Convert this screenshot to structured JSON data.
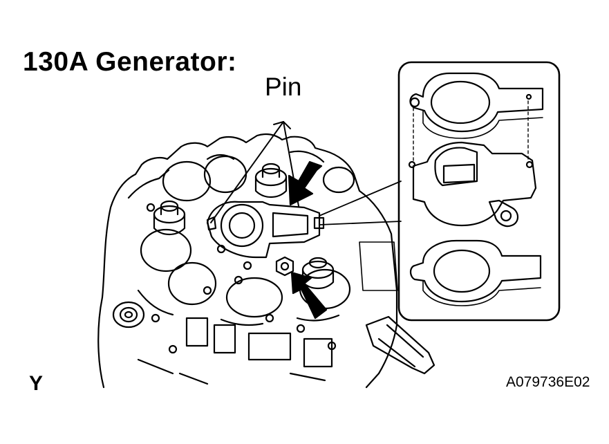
{
  "diagram": {
    "title": "130A Generator:",
    "callout_label": "Pin",
    "corner_mark": "Y",
    "figure_code": "A079736E02"
  }
}
